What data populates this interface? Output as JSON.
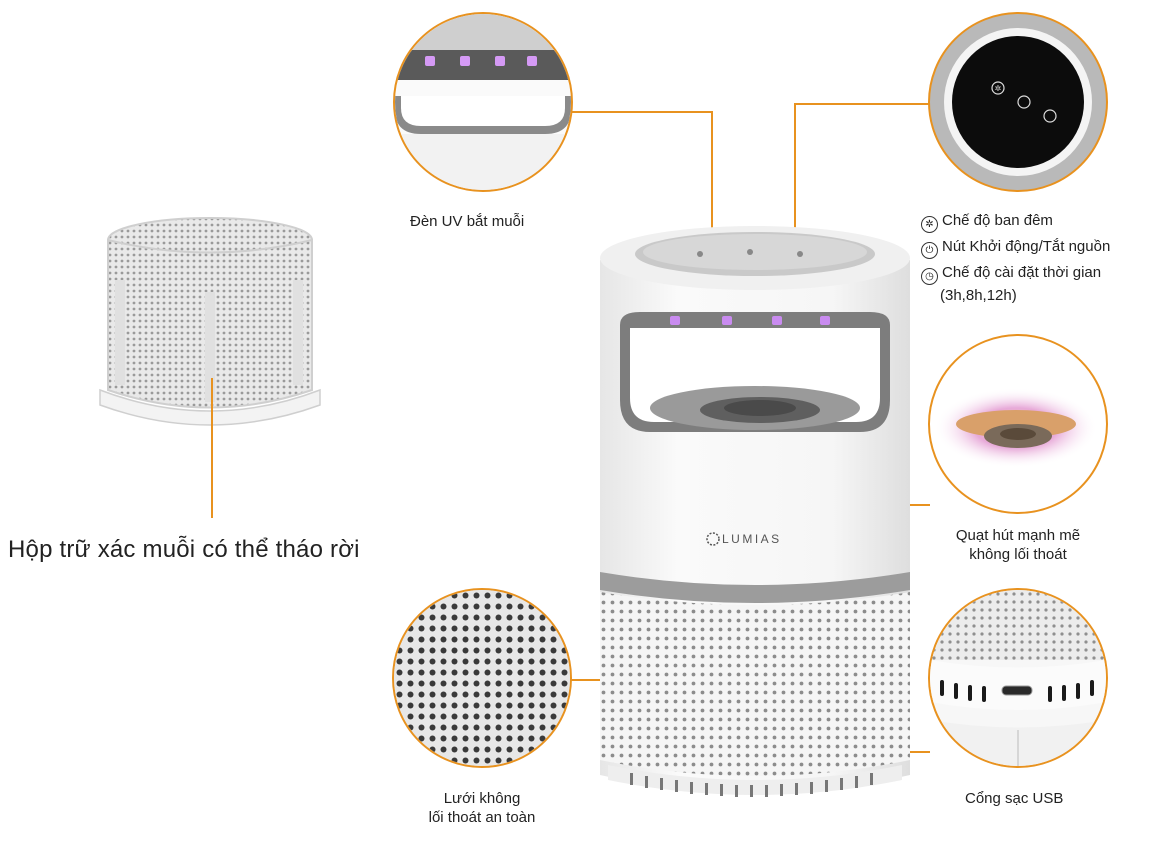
{
  "colors": {
    "accent": "#e8921f",
    "device_white": "#f4f4f4",
    "device_gray": "#8a8a8a",
    "uv_light": "#c98bf0"
  },
  "main_title": "Hộp trữ xác muỗi có thể tháo rời",
  "brand": "LUMIAS",
  "callouts": {
    "uv_light": "Đèn UV bắt muỗi",
    "fan": {
      "line1": "Quạt hút mạnh mẽ",
      "line2": "không lối thoát"
    },
    "mesh": {
      "line1": "Lưới không",
      "line2": "lối thoát an toàn"
    },
    "usb": "Cổng sạc USB"
  },
  "controls": [
    {
      "icon": "moon-star-icon",
      "glyph": "✲",
      "label": "Chế độ ban đêm"
    },
    {
      "icon": "power-icon",
      "glyph": "⏻",
      "label": "Nút Khởi động/Tắt nguồn"
    },
    {
      "icon": "timer-icon",
      "glyph": "◷",
      "label": "Chế độ cài đặt thời gian",
      "sub": "(3h,8h,12h)"
    }
  ]
}
